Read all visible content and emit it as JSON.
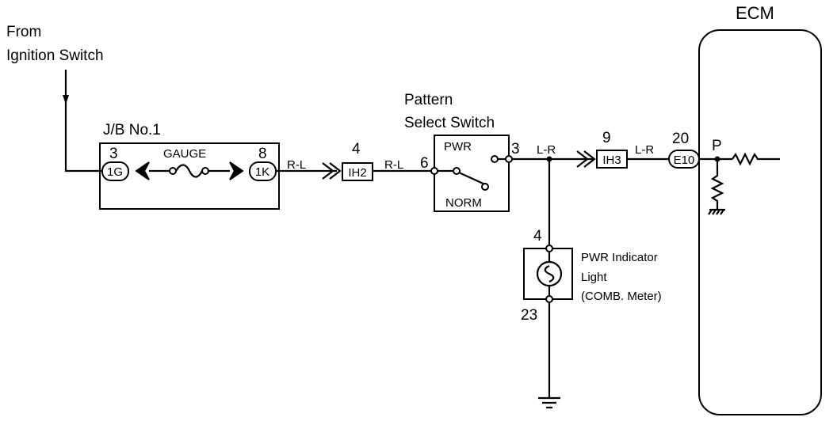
{
  "source": {
    "line1": "From",
    "line2": "Ignition Switch"
  },
  "jb": {
    "title": "J/B No.1",
    "fuse_label": "GAUGE",
    "pin_left": "3",
    "pin_right": "8",
    "conn_left": "1G",
    "conn_right": "1K"
  },
  "wires": {
    "jb_out": "R-L",
    "ih2_out": "R-L",
    "sw_out": "L-R",
    "ih3_out": "L-R"
  },
  "ih2": {
    "pin": "4",
    "label": "IH2"
  },
  "switch": {
    "title_line1": "Pattern",
    "title_line2": "Select Switch",
    "pos_pwr": "PWR",
    "pos_norm": "NORM",
    "pin_in": "6",
    "pin_out": "3"
  },
  "ih3": {
    "pin": "9",
    "label": "IH3"
  },
  "e10": {
    "pin": "20",
    "label": "E10"
  },
  "ecm": {
    "title": "ECM",
    "terminal": "P"
  },
  "indicator": {
    "pin_top": "4",
    "pin_bottom": "23",
    "line1": "PWR Indicator",
    "line2": "Light",
    "line3": "(COMB. Meter)"
  }
}
